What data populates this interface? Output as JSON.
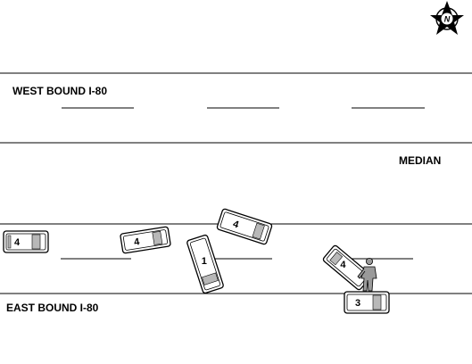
{
  "compass": {
    "letter": "N",
    "icon": "north-arrow-compass-icon"
  },
  "roads": {
    "westbound_label": "WEST BOUND I-80",
    "eastbound_label": "EAST BOUND I-80",
    "median_label": "MEDIAN"
  },
  "vehicles": [
    {
      "id": "vehicle-4a",
      "number": "4"
    },
    {
      "id": "vehicle-4b",
      "number": "4"
    },
    {
      "id": "vehicle-4c",
      "number": "4"
    },
    {
      "id": "vehicle-1",
      "number": "1"
    },
    {
      "id": "vehicle-4d",
      "number": "4"
    },
    {
      "id": "vehicle-3",
      "number": "3"
    }
  ],
  "colors": {
    "line": "#000000",
    "car_fill": "#ffffff",
    "glass": "#b8b8b8",
    "person": "#9a9a9a"
  }
}
